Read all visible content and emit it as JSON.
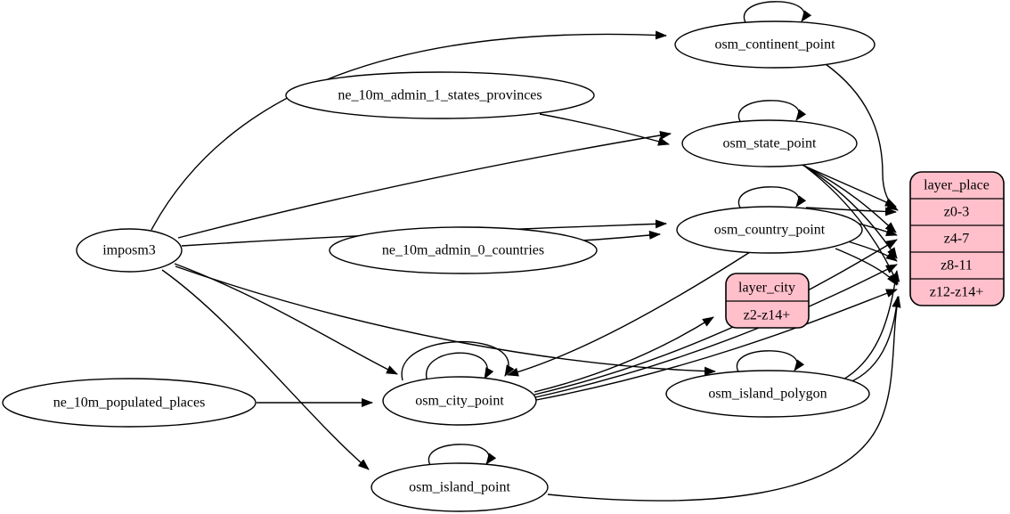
{
  "diagram": {
    "kind": "etl-dependency-graph",
    "colors": {
      "background": "#ffffff",
      "edge_stroke": "#000000",
      "table_fill": "#ffffff",
      "layer_record_fill": "#ffc0cb"
    },
    "nodes": {
      "imposm3": {
        "label": "imposm3",
        "shape": "ellipse"
      },
      "ne_10m_admin_1_states_provinces": {
        "label": "ne_10m_admin_1_states_provinces",
        "shape": "ellipse"
      },
      "ne_10m_admin_0_countries": {
        "label": "ne_10m_admin_0_countries",
        "shape": "ellipse"
      },
      "ne_10m_populated_places": {
        "label": "ne_10m_populated_places",
        "shape": "ellipse"
      },
      "osm_continent_point": {
        "label": "osm_continent_point",
        "shape": "ellipse"
      },
      "osm_state_point": {
        "label": "osm_state_point",
        "shape": "ellipse"
      },
      "osm_country_point": {
        "label": "osm_country_point",
        "shape": "ellipse"
      },
      "osm_city_point": {
        "label": "osm_city_point",
        "shape": "ellipse"
      },
      "osm_island_polygon": {
        "label": "osm_island_polygon",
        "shape": "ellipse"
      },
      "osm_island_point": {
        "label": "osm_island_point",
        "shape": "ellipse"
      },
      "layer_city": {
        "label": "layer_city",
        "shape": "record",
        "rows": [
          "z2-z14+"
        ]
      },
      "layer_place": {
        "label": "layer_place",
        "shape": "record",
        "rows": [
          "z0-3",
          "z4-7",
          "z8-11",
          "z12-z14+"
        ]
      }
    },
    "edges": [
      {
        "from": "imposm3",
        "to": "osm_continent_point"
      },
      {
        "from": "imposm3",
        "to": "osm_state_point"
      },
      {
        "from": "imposm3",
        "to": "osm_country_point"
      },
      {
        "from": "imposm3",
        "to": "osm_city_point"
      },
      {
        "from": "imposm3",
        "to": "osm_island_polygon"
      },
      {
        "from": "imposm3",
        "to": "osm_island_point"
      },
      {
        "from": "ne_10m_admin_1_states_provinces",
        "to": "osm_state_point"
      },
      {
        "from": "ne_10m_admin_0_countries",
        "to": "osm_country_point"
      },
      {
        "from": "ne_10m_populated_places",
        "to": "osm_city_point"
      },
      {
        "from": "osm_country_point",
        "to": "osm_city_point"
      },
      {
        "from": "osm_continent_point",
        "to": "osm_continent_point",
        "type": "self-loop"
      },
      {
        "from": "osm_state_point",
        "to": "osm_state_point",
        "type": "self-loop"
      },
      {
        "from": "osm_country_point",
        "to": "osm_country_point",
        "type": "self-loop"
      },
      {
        "from": "osm_city_point",
        "to": "osm_city_point",
        "type": "self-loop"
      },
      {
        "from": "osm_city_point",
        "to": "osm_city_point",
        "type": "self-loop"
      },
      {
        "from": "osm_island_polygon",
        "to": "osm_island_polygon",
        "type": "self-loop"
      },
      {
        "from": "osm_island_point",
        "to": "osm_island_point",
        "type": "self-loop"
      },
      {
        "from": "osm_continent_point",
        "to": "layer_place",
        "port": "z0-3"
      },
      {
        "from": "osm_state_point",
        "to": "layer_place",
        "port": "z0-3"
      },
      {
        "from": "osm_state_point",
        "to": "layer_place",
        "port": "z4-7"
      },
      {
        "from": "osm_state_point",
        "to": "layer_place",
        "port": "z8-11"
      },
      {
        "from": "osm_state_point",
        "to": "layer_place",
        "port": "z12-z14+"
      },
      {
        "from": "osm_country_point",
        "to": "layer_place",
        "port": "z0-3"
      },
      {
        "from": "osm_country_point",
        "to": "layer_place",
        "port": "z4-7"
      },
      {
        "from": "osm_country_point",
        "to": "layer_place",
        "port": "z8-11"
      },
      {
        "from": "osm_country_point",
        "to": "layer_place",
        "port": "z12-z14+"
      },
      {
        "from": "osm_city_point",
        "to": "layer_city",
        "port": "z2-z14+"
      },
      {
        "from": "osm_city_point",
        "to": "layer_place",
        "port": "z4-7"
      },
      {
        "from": "osm_city_point",
        "to": "layer_place",
        "port": "z8-11"
      },
      {
        "from": "osm_city_point",
        "to": "layer_place",
        "port": "z12-z14+"
      },
      {
        "from": "osm_island_polygon",
        "to": "layer_place",
        "port": "z8-11"
      },
      {
        "from": "osm_island_polygon",
        "to": "layer_place",
        "port": "z12-z14+"
      },
      {
        "from": "osm_island_point",
        "to": "layer_place",
        "port": "z12-z14+"
      }
    ]
  }
}
